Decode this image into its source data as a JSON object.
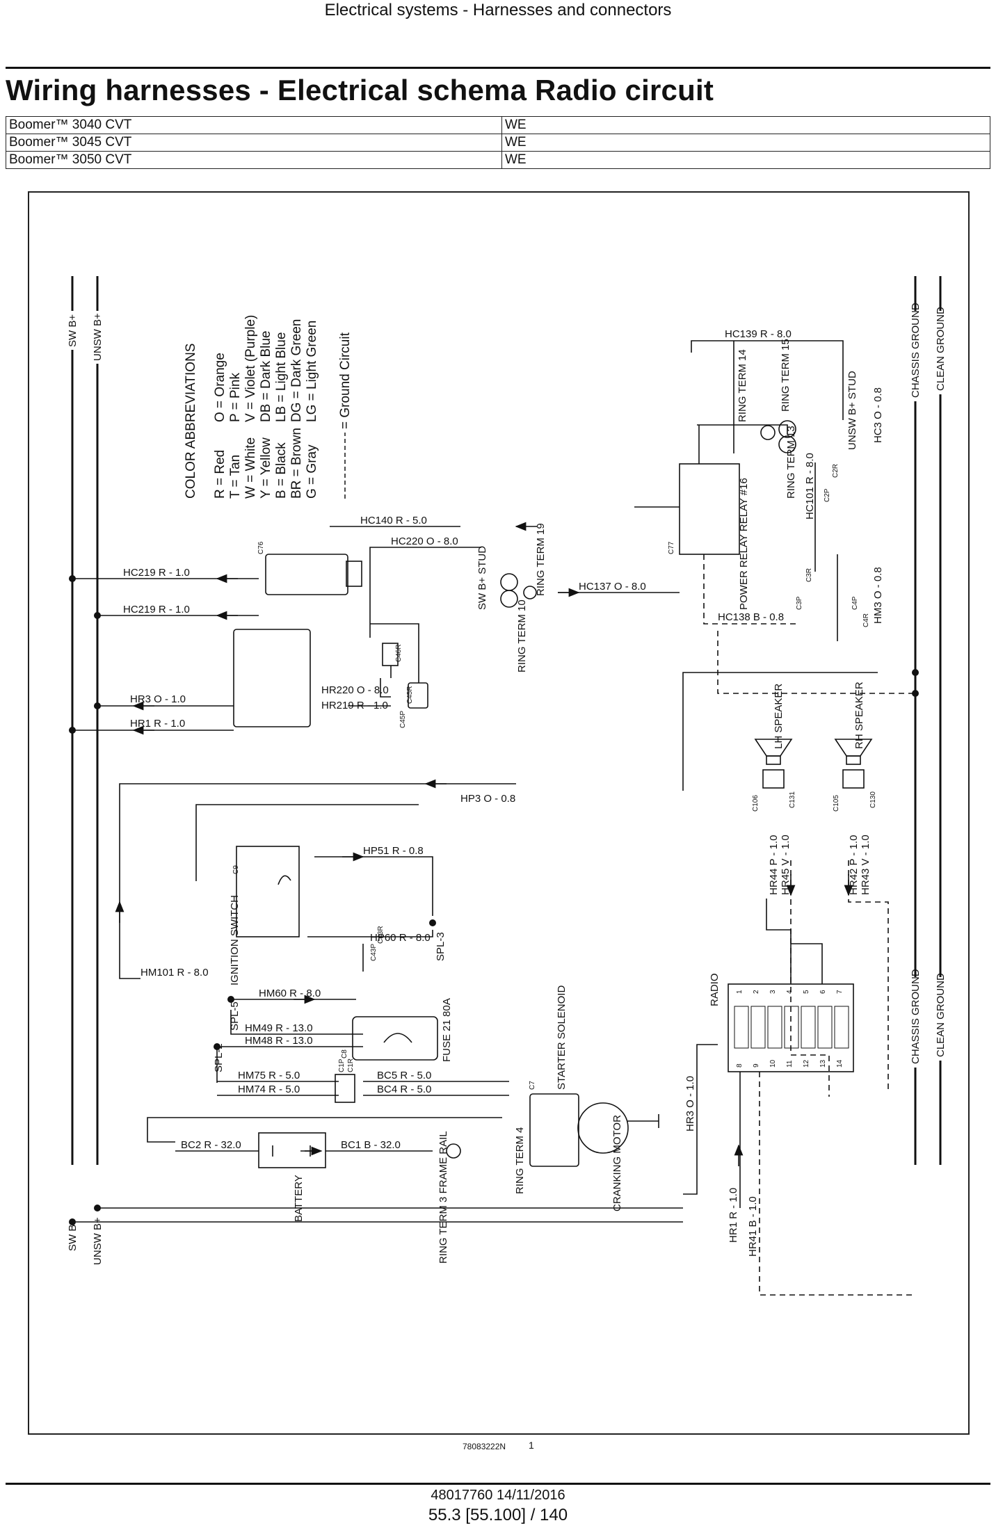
{
  "header": {
    "section": "Electrical systems - Harnesses and connectors",
    "title": "Wiring harnesses - Electrical schema Radio circuit"
  },
  "models": [
    {
      "name": "Boomer™ 3040 CVT",
      "region": "WE"
    },
    {
      "name": "Boomer™ 3045 CVT",
      "region": "WE"
    },
    {
      "name": "Boomer™ 3050 CVT",
      "region": "WE"
    }
  ],
  "legend": {
    "title": "COLOR ABBREVIATIONS",
    "col1": [
      "R = Red",
      "T = Tan",
      "W = White",
      "Y = Yellow",
      "B = Black",
      "BR = Brown",
      "G = Gray"
    ],
    "col2": [
      "O = Orange",
      "P = Pink",
      "V = Violet (Purple)",
      "DB = Dark Blue",
      "LB = Light Blue",
      "DG = Dark Green",
      "LG = Light Green"
    ],
    "ground": "= Ground Circuit"
  },
  "rails": {
    "sw_b": "SW B+",
    "unsw_b": "UNSW B+",
    "chassis": "CHASSIS GROUND",
    "clean": "CLEAN GROUND"
  },
  "wires": {
    "hc139": "HC139 R - 8.0",
    "hc140": "HC140 R - 5.0",
    "hc220": "HC220 O - 8.0",
    "hc219a": "HC219 R - 1.0",
    "hc219b": "HC219 R - 1.0",
    "hc137": "HC137 O - 8.0",
    "hc138": "HC138 B - 0.8",
    "hc101": "HC101 R - 8.0",
    "hc3": "HC3 O - 0.8",
    "hm3": "HM3 O - 0.8",
    "hr220": "HR220 O - 8.0",
    "hr219": "HR219 R - 1.0",
    "hr3": "HR3 O - 1.0",
    "hr1": "HR1 R - 1.0",
    "hp3": "HP3 O - 0.8",
    "hp51": "HP51 R - 0.8",
    "hp60": "HP60 R - 8.0",
    "hm101": "HM101 R - 8.0",
    "hm60": "HM60 R - 8.0",
    "hm49": "HM49 R - 13.0",
    "hm48": "HM48 R - 13.0",
    "hm75": "HM75 R - 5.0",
    "hm74": "HM74 R - 5.0",
    "bc5": "BC5 R - 5.0",
    "bc4": "BC4 R - 5.0",
    "bc2": "BC2 R - 32.0",
    "bc1": "BC1 B - 32.0",
    "hr3r": "HR3 O - 1.0",
    "hr1r": "HR1 R - 1.0",
    "hr41": "HR41 B - 1.0",
    "hr44": "HR44 P - 1.0",
    "hr45": "HR45 V - 1.0",
    "hr42": "HR42 P - 1.0",
    "hr43": "HR43 V - 1.0"
  },
  "components": {
    "ring14": "RING TERM 14",
    "ring15": "RING TERM 15",
    "ring13": "RING TERM 13",
    "ring19": "RING TERM 19",
    "ring10": "RING TERM 10",
    "ring4": "RING TERM 4",
    "ring3": "RING TERM 3 FRAME RAIL",
    "unsw_stud": "UNSW B+ STUD",
    "sw_stud": "SW B+ STUD",
    "power_relay": "POWER RELAY RELAY #16",
    "lh_speaker": "LH SPEAKER",
    "rh_speaker": "RH SPEAKER",
    "ignition": "IGNITION SWITCH",
    "radio": "RADIO",
    "fuse": "FUSE 21 80A",
    "starter": "STARTER SOLENOID",
    "cranking": "CRANKING MOTOR",
    "battery": "BATTERY",
    "spl5": "SPL-5",
    "spl2": "SPL-2",
    "spl3": "SPL-3"
  },
  "connectors": {
    "c76": "C76",
    "c77": "C77",
    "c2p": "C2P",
    "c2r": "C2R",
    "c3p": "C3P",
    "c3r": "C3R",
    "c4p": "C4P",
    "c4r": "C4R",
    "c45p": "C45P",
    "c45r": "C45R",
    "c46r": "C46R",
    "c106": "C106",
    "c131": "C131",
    "c105": "C105",
    "c130": "C130",
    "c43p": "C43P",
    "c43r": "C43R",
    "c1p": "C1P",
    "c1r": "C1R",
    "c7": "C7",
    "c8": "C8",
    "c9": "C9"
  },
  "radio_pins": {
    "top": [
      "1",
      "2",
      "3",
      "4",
      "5",
      "6",
      "7"
    ],
    "bottom": [
      "8",
      "9",
      "10",
      "11",
      "12",
      "13",
      "14"
    ]
  },
  "footer": {
    "figure_id": "78083222N",
    "figure_number": "1",
    "doc": "48017760 14/11/2016",
    "page": "55.3 [55.100] / 140"
  }
}
